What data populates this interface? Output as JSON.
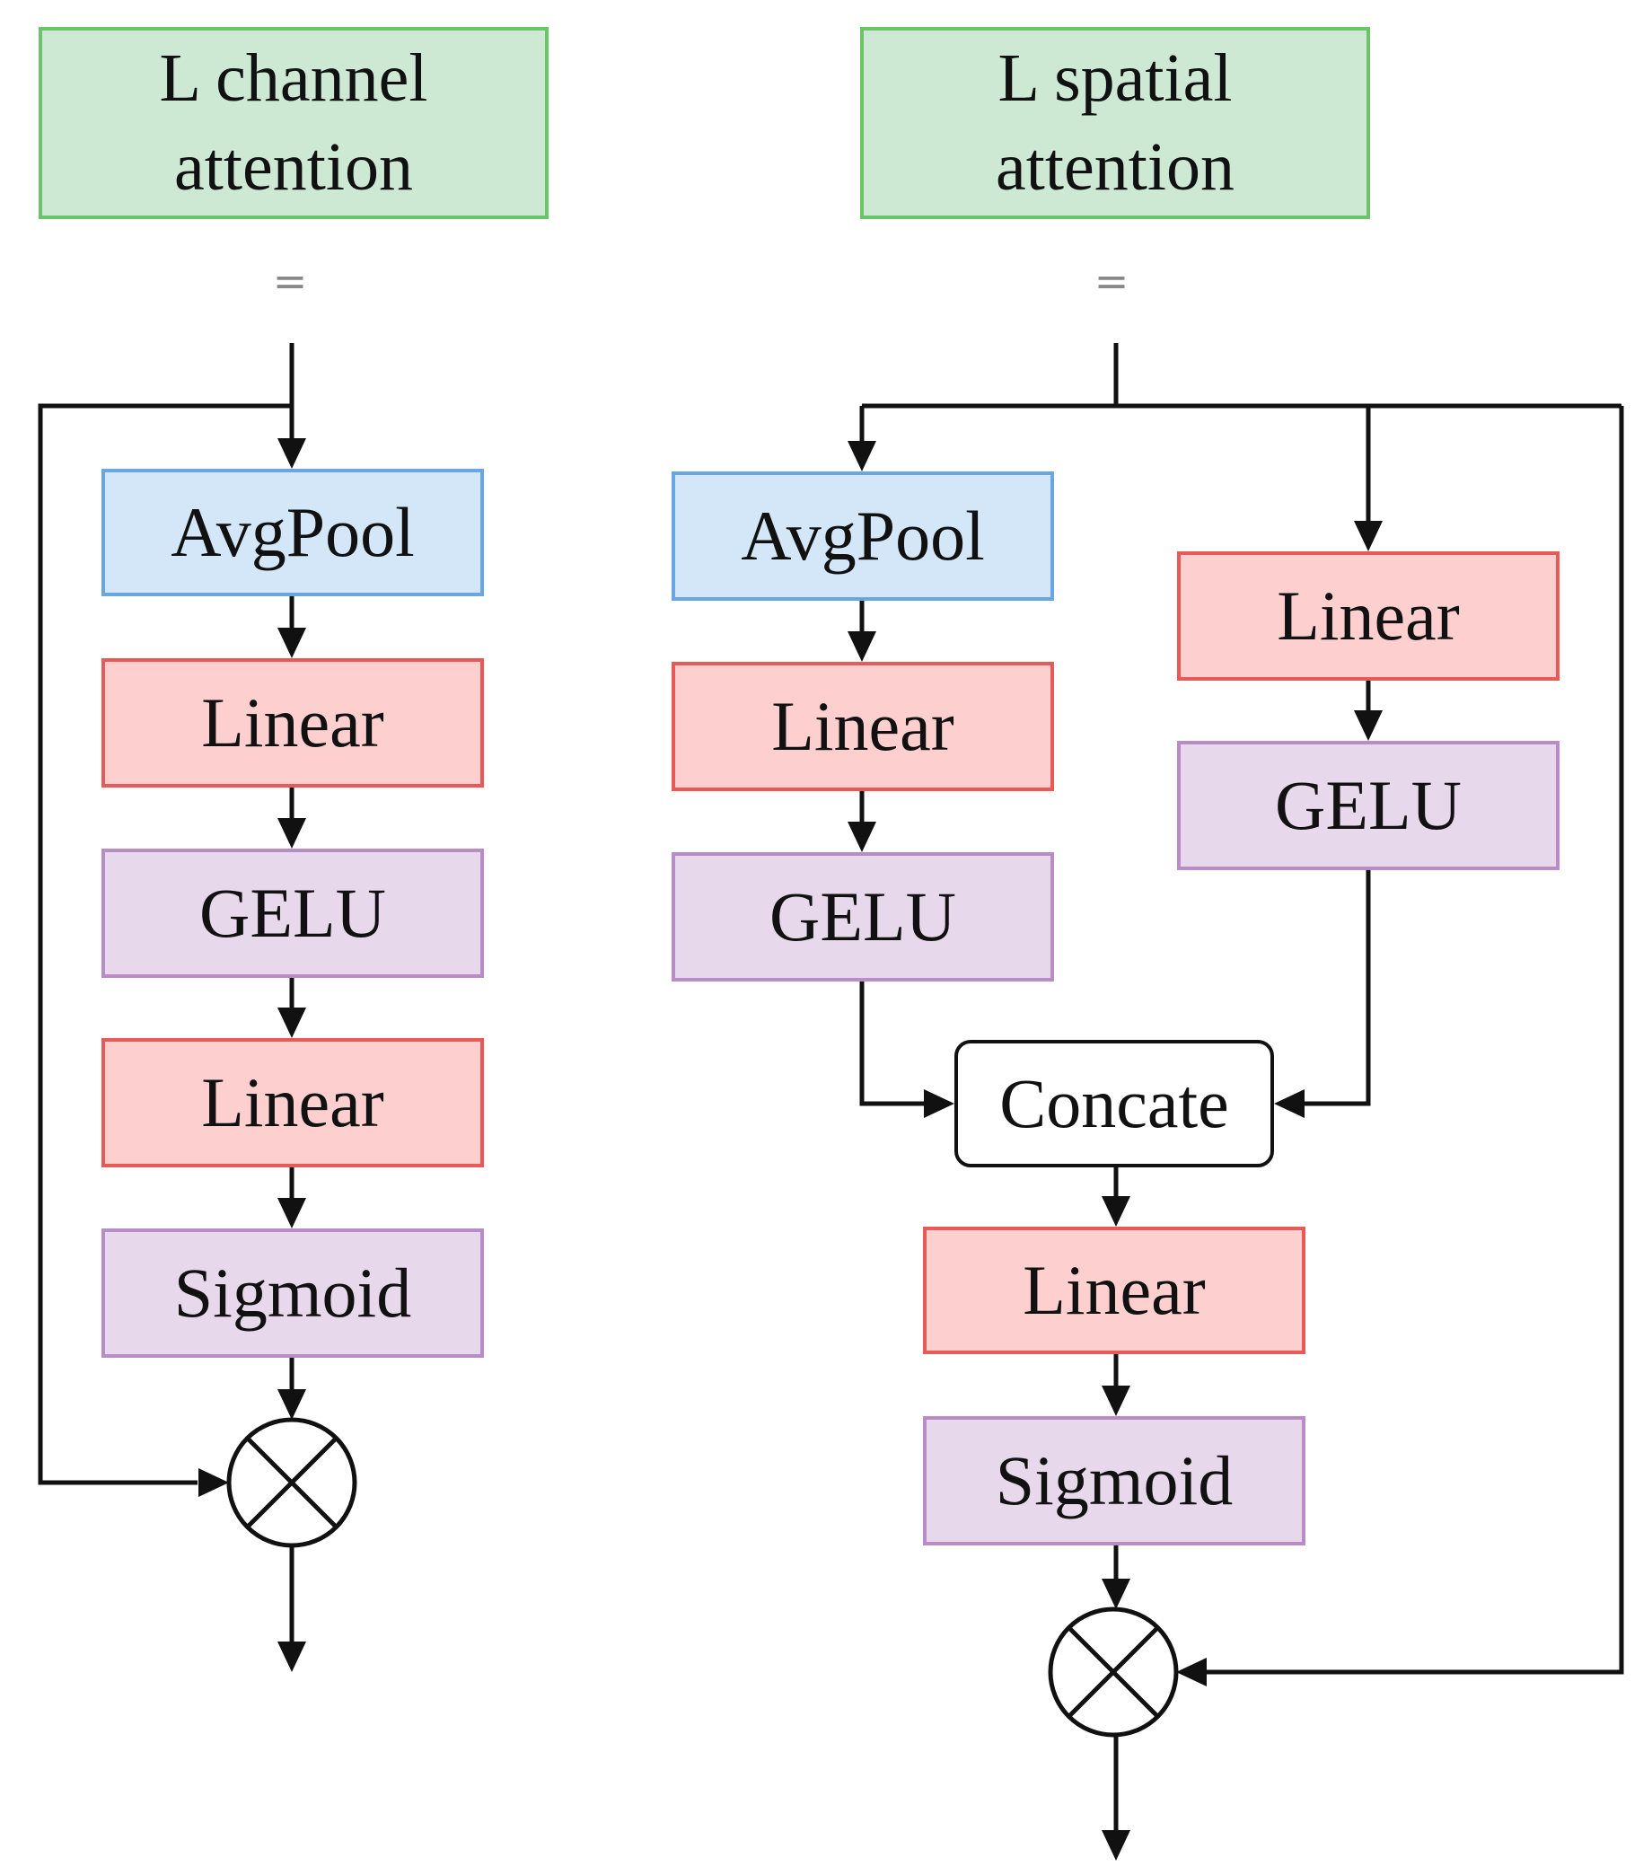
{
  "colors": {
    "header_fill": "#cde9d3",
    "header_border": "#6cc46a",
    "avgpool_fill": "#d3e7f9",
    "avgpool_border": "#6aa6e2",
    "linear_fill": "#fdd0cf",
    "linear_border": "#e85a58",
    "activation_fill": "#e8d8ec",
    "activation_border": "#b98cc8",
    "concat_fill": "#ffffff",
    "concat_border": "#111111",
    "line": "#111111"
  },
  "channel": {
    "title": "L channel\nattention",
    "equals": "=",
    "avgpool": "AvgPool",
    "linear_1": "Linear",
    "gelu": "GELU",
    "linear_2": "Linear",
    "sigmoid": "Sigmoid"
  },
  "spatial": {
    "title": "L spatial\nattention",
    "equals": "=",
    "avgpool": "AvgPool",
    "linear_left": "Linear",
    "gelu_left": "GELU",
    "linear_right": "Linear",
    "gelu_right": "GELU",
    "concat": "Concate",
    "linear_out": "Linear",
    "sigmoid": "Sigmoid"
  }
}
